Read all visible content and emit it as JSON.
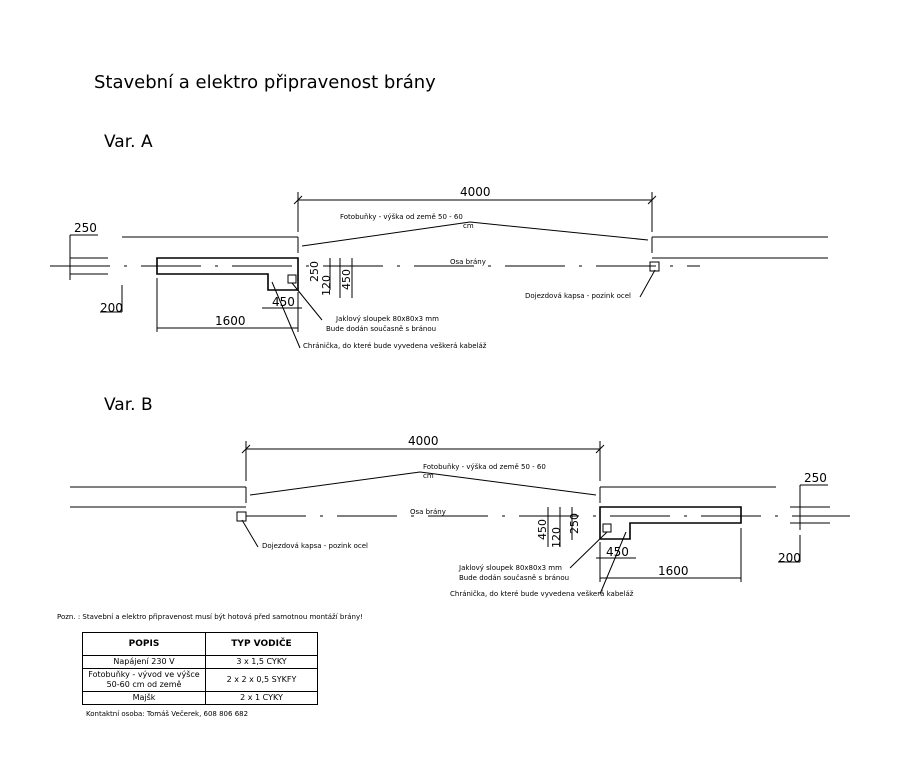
{
  "title": "Stavební a elektro připravenost brány",
  "var_a": {
    "heading": "Var. A",
    "dim_width": "4000",
    "dim_250": "250",
    "dim_200": "200",
    "dim_1600": "1600",
    "dim_450_h": "450",
    "dim_250_v": "250",
    "dim_120_v": "120",
    "dim_450_v": "450",
    "photocell": "Fotobuňky - výška od země 50 - 60",
    "photocell_unit": "cm",
    "axis": "Osa brány",
    "pocket": "Dojezdová kapsa - pozink ocel",
    "post_line1": "Jaklový sloupek 80x80x3 mm",
    "post_line2": "Bude dodán současně s bránou",
    "conduit": "Chránička, do které bude vyvedena veškerá kabeláž"
  },
  "var_b": {
    "heading": "Var. B",
    "dim_width": "4000",
    "dim_250": "250",
    "dim_200": "200",
    "dim_1600": "1600",
    "dim_450_h": "450",
    "dim_250_v": "250",
    "dim_120_v": "120",
    "dim_450_v": "450",
    "photocell": "Fotobuňky - výška od země 50 - 60",
    "photocell_unit": "cm",
    "axis": "Osa brány",
    "pocket": "Dojezdová kapsa - pozink ocel",
    "post_line1": "Jaklový sloupek 80x80x3 mm",
    "post_line2": "Bude dodán současně s bránou",
    "conduit": "Chránička, do které bude vyvedena veškerá kabeláž"
  },
  "note": "Pozn. : Stavební a elektro připravenost musí být hotová před samotnou montáží brány!",
  "table": {
    "col1": "POPIS",
    "col2": "TYP VODIČE",
    "rows": [
      {
        "popis": "Napájení 230 V",
        "typ": "3 x 1,5 CYKY"
      },
      {
        "popis": "Fotobuňky - vývod ve výšce 50-60 cm od země",
        "typ": "2 x 2 x 0,5 SYKFY"
      },
      {
        "popis": "Majšk",
        "typ": "2 x 1 CYKY"
      }
    ]
  },
  "contact": "Kontaktní osoba: Tomáš Večerek, 608 806 682"
}
